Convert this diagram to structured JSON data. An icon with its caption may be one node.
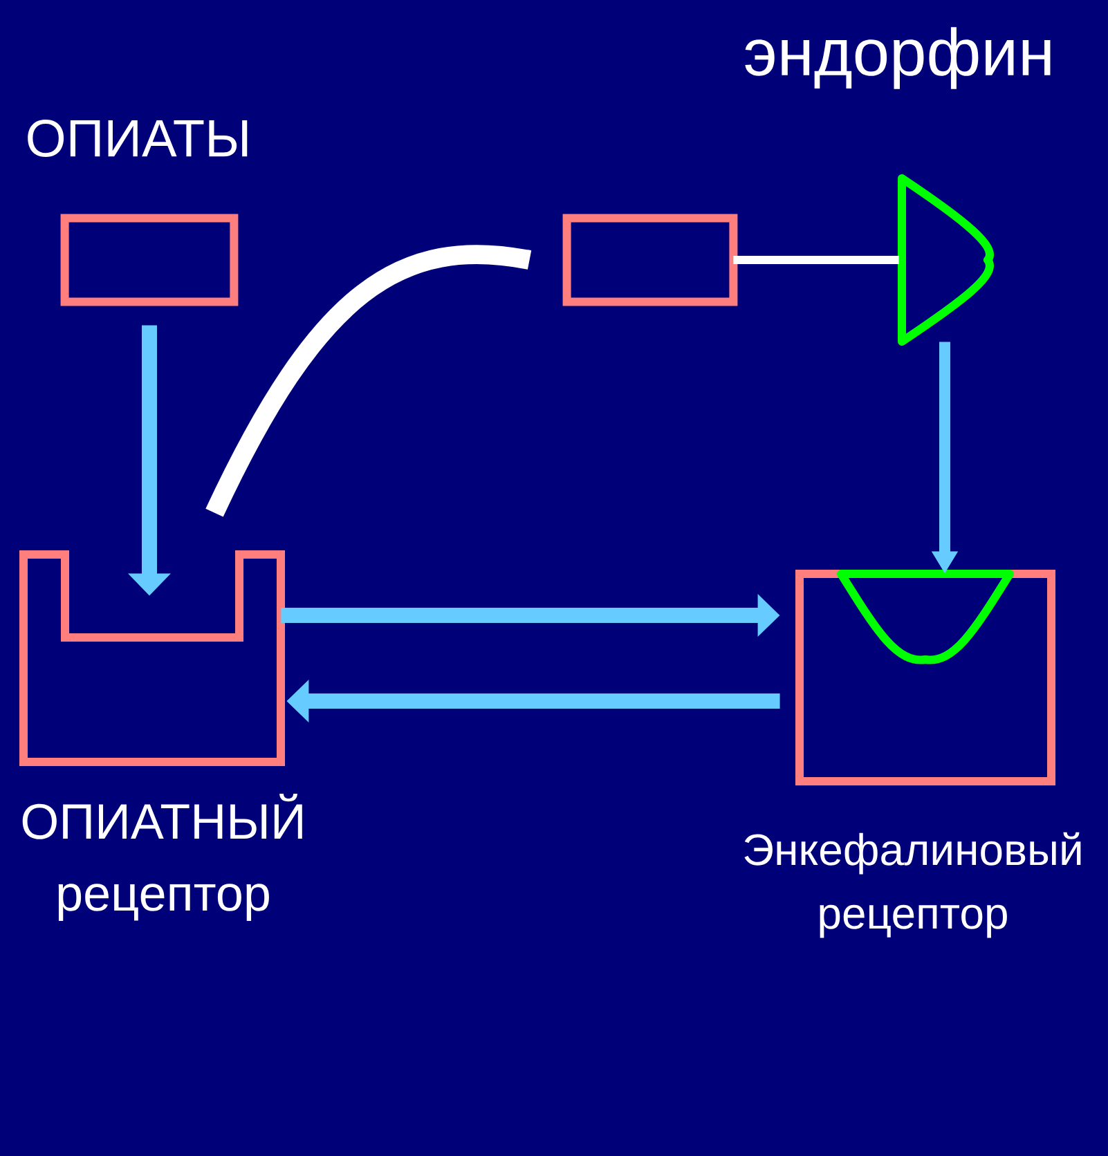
{
  "diagram": {
    "nodes": [
      {
        "text": [
          "ОПИАТЫ"
        ]
      },
      {
        "text": [
          "ОПИАТНЫЙ рецептор"
        ]
      },
      {
        "text": [],
        "shape": "box"
      },
      {
        "text": [
          "эндорфин"
        ]
      },
      {
        "text": [
          "Энкефалиновый рецептор"
        ]
      }
    ],
    "edges": [
      {
        "from": 0,
        "to": 1,
        "arrow": "to"
      },
      {
        "from": 2,
        "to": 3,
        "arrow": "none",
        "color": "#ffffff"
      },
      {
        "from": 2,
        "to": 1,
        "arrow": "none",
        "color": "#ffffff"
      },
      {
        "from": 3,
        "to": 4,
        "arrow": "to"
      },
      {
        "from": 1,
        "to": 4,
        "arrow": "to"
      },
      {
        "from": 4,
        "to": 1,
        "arrow": "to"
      }
    ]
  }
}
